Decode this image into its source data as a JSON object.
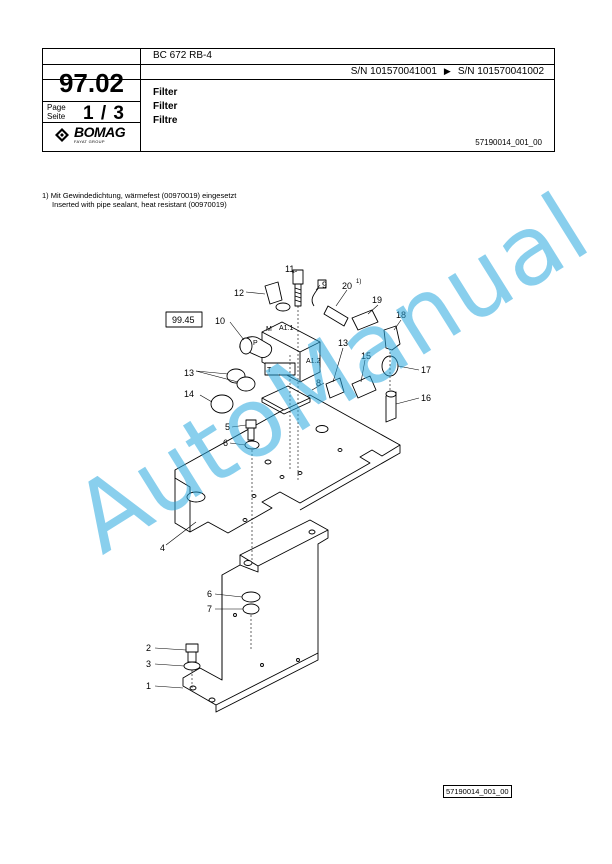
{
  "header": {
    "section_number": "97.02",
    "page_label_de": "Page",
    "page_label_en": "Seite",
    "page_value": "1 / 3",
    "brand": "BOMAG",
    "brand_sub": "FAYAT GROUP",
    "model": "BC 672 RB-4",
    "serial_from": "S/N 101570041001",
    "serial_arrow": "▶",
    "serial_to": "S/N 101570041002",
    "titles": [
      "Filter",
      "Filter",
      "Filtre"
    ],
    "doc_ref": "57190014_001_00"
  },
  "footnote": {
    "marker": "1)",
    "line_de": "Mit Gewindedichtung, wärmefest (00970019) eingesetzt",
    "line_en": "Inserted with pipe sealant, heat resistant (00970019)"
  },
  "drawing": {
    "reference_box": "99.45",
    "callouts": [
      "1",
      "2",
      "3",
      "4",
      "5",
      "6",
      "6",
      "7",
      "8",
      "9",
      "10",
      "11",
      "12",
      "13",
      "13",
      "14",
      "15",
      "16",
      "17",
      "18",
      "19",
      "20"
    ],
    "superscript": "1)",
    "port_labels": [
      "M",
      "A1.1",
      "P",
      "T",
      "A1.2"
    ]
  },
  "watermark": "AutoManual",
  "footer": {
    "doc_ref": "57190014_001_00"
  },
  "colors": {
    "watermark": "#2aa9e0",
    "ink": "#000000"
  }
}
